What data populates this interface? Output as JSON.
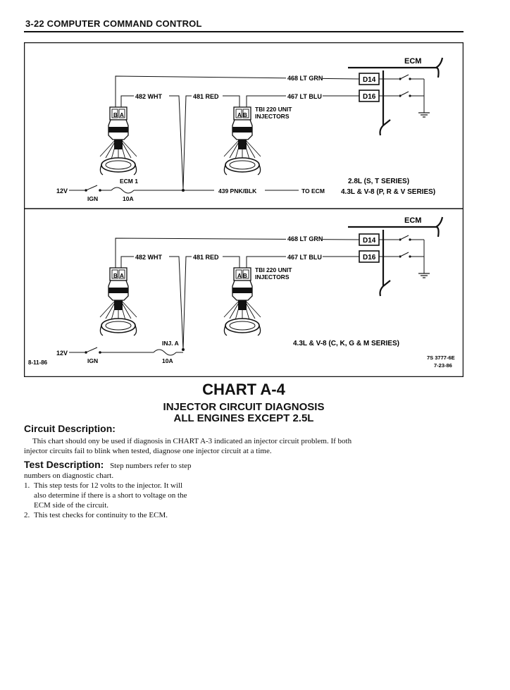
{
  "header": {
    "title": "3-22 COMPUTER COMMAND CONTROL"
  },
  "diagram_top": {
    "ecm_label": "ECM",
    "wire_468": "468 LT GRN",
    "wire_467": "467 LT BLU",
    "wire_482": "482 WHT",
    "wire_481": "481 RED",
    "pin_d14": "D14",
    "pin_d16": "D16",
    "tbi_line1": "TBI 220 UNIT",
    "tbi_line2": "INJECTORS",
    "conn_b": "B",
    "conn_a": "A",
    "fuse_name": "ECM 1",
    "fuse_rating": "10A",
    "supply": "12V",
    "ign": "IGN",
    "wire_439": "439 PNK/BLK",
    "to_ecm": "TO ECM",
    "apps_line1": "2.8L (S, T SERIES)",
    "apps_line2": "4.3L & V-8 (P, R & V SERIES)"
  },
  "diagram_bottom": {
    "ecm_label": "ECM",
    "wire_468": "468 LT GRN",
    "wire_467": "467 LT BLU",
    "wire_482": "482 WHT",
    "wire_481": "481 RED",
    "pin_d14": "D14",
    "pin_d16": "D16",
    "tbi_line1": "TBI 220 UNIT",
    "tbi_line2": "INJECTORS",
    "conn_b": "B",
    "conn_a": "A",
    "fuse_name": "INJ. A",
    "fuse_rating": "10A",
    "supply": "12V",
    "ign": "IGN",
    "apps_line1": "4.3L & V-8 (C, K, G & M SERIES)",
    "date_left": "8-11-86",
    "ref_line1": "7S 3777-6E",
    "ref_line2": "7-23-86"
  },
  "chart": {
    "title": "CHART A-4",
    "subtitle_line1": "INJECTOR CIRCUIT DIAGNOSIS",
    "subtitle_line2": "ALL ENGINES EXCEPT 2.5L"
  },
  "circuit_description": {
    "heading": "Circuit Description:",
    "body_line1": "This chart should ony be used if diagnosis in CHART A-3 indicated an injector circuit problem.  If both",
    "body_line2": "injector circuits fail to blink when tested, diagnose one injector circuit at a time."
  },
  "test_description": {
    "heading": "Test Description:",
    "intro_inline": "Step numbers refer to step",
    "intro_line2": "numbers on diagnostic chart.",
    "steps": [
      {
        "num": "1.",
        "line1": "This step tests for 12 volts to the injector.  It will",
        "line2": "also determine if there is a short to voltage on the",
        "line3": "ECM side of the circuit."
      },
      {
        "num": "2.",
        "line1": "This test checks for continuity to the ECM."
      }
    ]
  }
}
